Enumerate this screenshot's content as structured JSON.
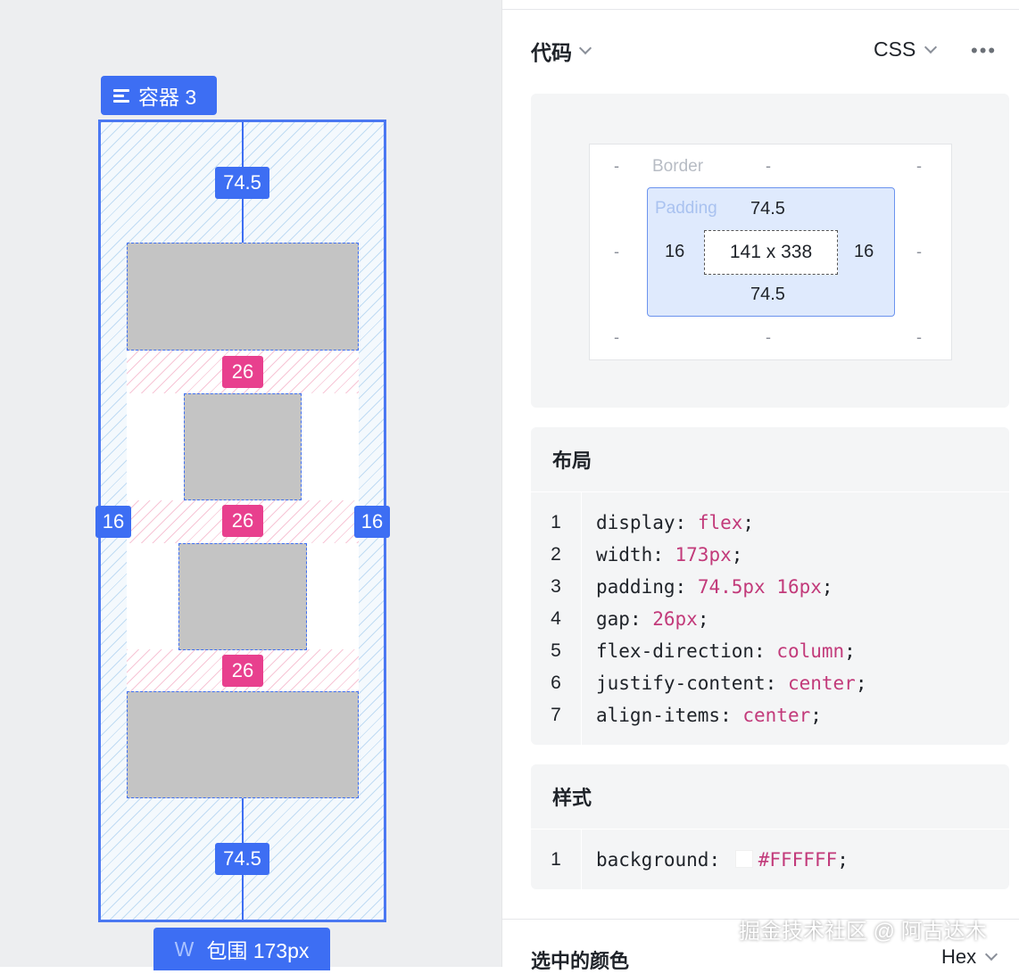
{
  "canvas": {
    "container_label": "容器 3",
    "padding_top": "74.5",
    "padding_bottom": "74.5",
    "padding_left": "16",
    "padding_right": "16",
    "gaps": [
      "26",
      "26",
      "26"
    ],
    "width_prefix": "W",
    "width_label": "包围 173px"
  },
  "panel": {
    "title": "代码",
    "language": "CSS",
    "more": "•••",
    "box_model": {
      "border_label": "Border",
      "border_value": "-",
      "padding_label": "Padding",
      "padding_top": "74.5",
      "padding_bottom": "74.5",
      "padding_left": "16",
      "padding_right": "16",
      "size": "141 x 338"
    },
    "layout": {
      "heading": "布局",
      "lines": [
        {
          "num": "1",
          "prop": "display",
          "value": "flex"
        },
        {
          "num": "2",
          "prop": "width",
          "value": "173px"
        },
        {
          "num": "3",
          "prop": "padding",
          "value": "74.5px 16px"
        },
        {
          "num": "4",
          "prop": "gap",
          "value": "26px"
        },
        {
          "num": "5",
          "prop": "flex-direction",
          "value": "column"
        },
        {
          "num": "6",
          "prop": "justify-content",
          "value": "center"
        },
        {
          "num": "7",
          "prop": "align-items",
          "value": "center"
        }
      ]
    },
    "style": {
      "heading": "样式",
      "lines": [
        {
          "num": "1",
          "prop": "background",
          "value": "#FFFFFF"
        }
      ]
    },
    "selected_color_label": "选中的颜色",
    "color_format": "Hex"
  },
  "watermark": "掘金技术社区 @ 阿古达木",
  "colors": {
    "accent_blue": "#3d6ef3",
    "gap_pink": "#e8408e",
    "code_value": "#c23a7a",
    "child_fill": "#c4c4c4"
  }
}
